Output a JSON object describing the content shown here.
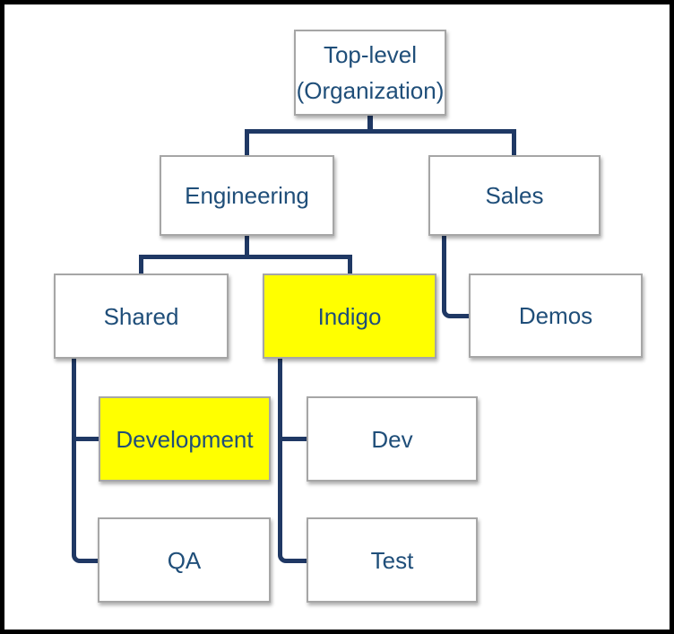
{
  "diagram": {
    "type": "org-chart",
    "colors": {
      "frame": "#000000",
      "background": "#ffffff",
      "line": "#1f3864",
      "text": "#1f4e79",
      "box_fill": "#ffffff",
      "box_border": "#a6a6a6",
      "highlight": "#ffff00"
    },
    "nodes": [
      {
        "id": "top",
        "label": "Top-level (Organization)",
        "lines": [
          "Top-level",
          "(Organization)"
        ],
        "parent": null,
        "highlighted": false
      },
      {
        "id": "engineering",
        "label": "Engineering",
        "parent": "top",
        "highlighted": false
      },
      {
        "id": "sales",
        "label": "Sales",
        "parent": "top",
        "highlighted": false
      },
      {
        "id": "shared",
        "label": "Shared",
        "parent": "engineering",
        "highlighted": false
      },
      {
        "id": "indigo",
        "label": "Indigo",
        "parent": "engineering",
        "highlighted": true
      },
      {
        "id": "demos",
        "label": "Demos",
        "parent": "sales",
        "highlighted": false
      },
      {
        "id": "development",
        "label": "Development",
        "parent": "shared",
        "highlighted": true
      },
      {
        "id": "qa",
        "label": "QA",
        "parent": "shared",
        "highlighted": false
      },
      {
        "id": "dev",
        "label": "Dev",
        "parent": "indigo",
        "highlighted": false
      },
      {
        "id": "test",
        "label": "Test",
        "parent": "indigo",
        "highlighted": false
      }
    ]
  }
}
